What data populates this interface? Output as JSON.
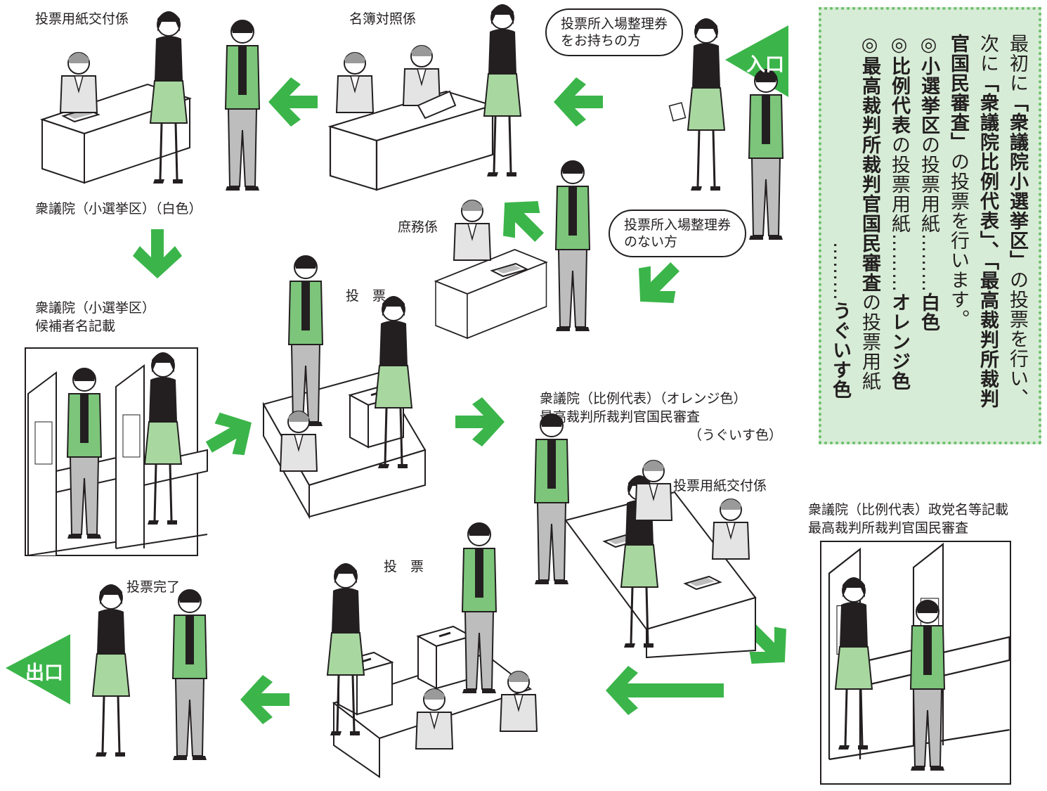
{
  "colors": {
    "arrow": "#3bb54a",
    "shirt_green": "#7cc57a",
    "skirt_green": "#a8d8a0",
    "box_bg": "#d7ecd6",
    "box_dot": "#6cbf6b",
    "ink": "#231f20"
  },
  "entrance": {
    "label": "入口"
  },
  "exit": {
    "label": "出口"
  },
  "bubbles": {
    "with_ticket": "投票所入場整理券\nをお持ちの方",
    "without_ticket": "投票所入場整理券\nのない方"
  },
  "labels": {
    "ballot_issuer_1": "投票用紙交付係",
    "register_check": "名簿対照係",
    "general_affairs": "庶務係",
    "house_single_white": "衆議院（小選挙区）（白色）",
    "house_single_write": "衆議院（小選挙区）\n候補者名記載",
    "vote_1": "投　票",
    "house_pr_orange": "衆議院（比例代表）（オレンジ色）\n最高裁判所裁判官国民審査",
    "uguisu": "（うぐいす色）",
    "ballot_issuer_2": "投票用紙交付係",
    "house_pr_write": "衆議院（比例代表）政党名等記載\n最高裁判所裁判官国民審査",
    "vote_2": "投　票",
    "vote_done": "投票完了"
  },
  "info_box": {
    "col1_a": "最初に",
    "col1_b": "「衆議院小選挙区」",
    "col1_c": "の投票を行い、",
    "col2_a": "次に",
    "col2_b": "「衆議院比例代表」、「最高裁判所裁判",
    "col3_a": "官国民審査」",
    "col3_b": "の投票を行います。",
    "col4_a": "◎小選挙区",
    "col4_b": "の投票用紙………",
    "col4_c": "白色",
    "col5_a": "◎比例代表",
    "col5_b": "の投票用紙………",
    "col5_c": "オレンジ色",
    "col6_a": "◎最高裁判所裁判官国民審査",
    "col6_b": "の投票用紙",
    "col7_a": "………",
    "col7_b": "うぐいす色"
  }
}
